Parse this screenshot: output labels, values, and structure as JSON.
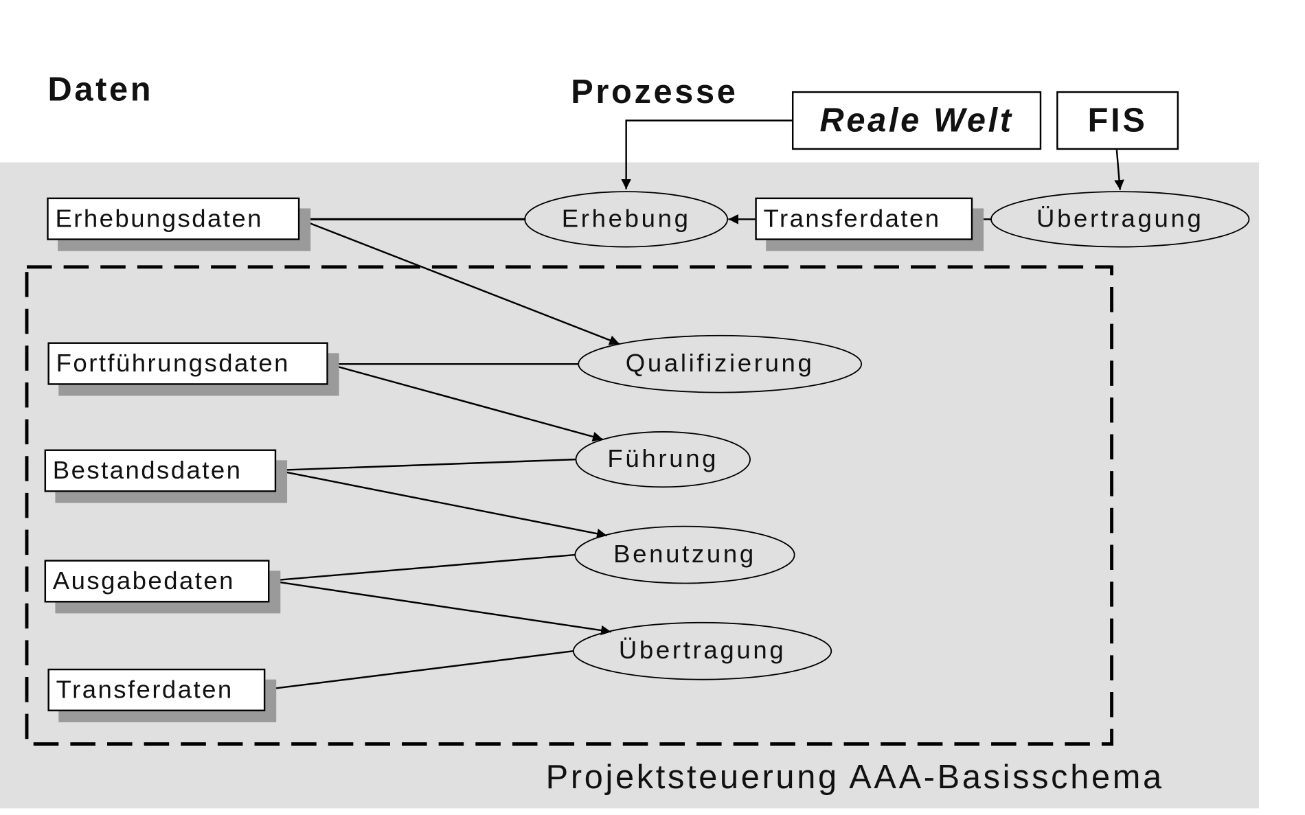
{
  "headers": {
    "daten": "Daten",
    "prozesse": "Prozesse"
  },
  "top_boxes": {
    "reale_welt": "Reale Welt",
    "fis": "FIS"
  },
  "data_boxes": {
    "erhebungsdaten": "Erhebungsdaten",
    "transferdaten_top": "Transferdaten",
    "fortfuehrungsdaten": "Fortführungsdaten",
    "bestandsdaten": "Bestandsdaten",
    "ausgabedaten": "Ausgabedaten",
    "transferdaten_bottom": "Transferdaten"
  },
  "processes": {
    "erhebung": "Erhebung",
    "uebertragung_top": "Übertragung",
    "qualifizierung": "Qualifizierung",
    "fuehrung": "Führung",
    "benutzung": "Benutzung",
    "uebertragung_bottom": "Übertragung"
  },
  "caption": "Projektsteuerung AAA-Basisschema",
  "colors": {
    "panel": "#e0e0e0",
    "shadow": "#9a9a9a",
    "line": "#000000"
  }
}
